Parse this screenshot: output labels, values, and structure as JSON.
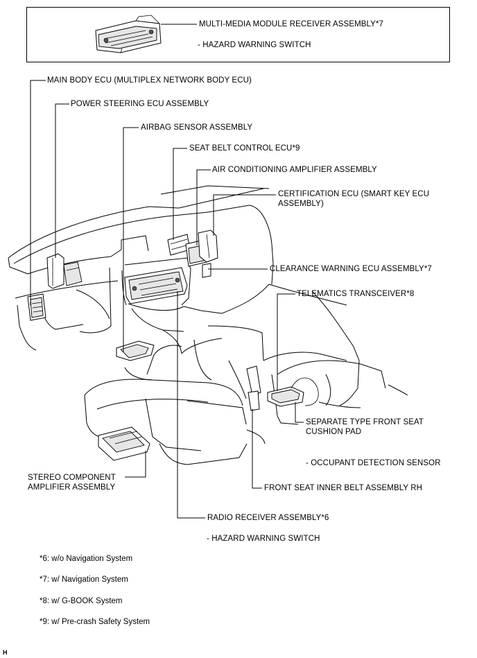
{
  "legend": {
    "multimedia": "MULTI-MEDIA MODULE RECEIVER ASSEMBLY*7",
    "hazard_sub": "- HAZARD WARNING SWITCH"
  },
  "labels": {
    "main_body_ecu": "MAIN BODY ECU (MULTIPLEX NETWORK BODY ECU)",
    "power_steering": "POWER STEERING ECU ASSEMBLY",
    "airbag_sensor": "AIRBAG SENSOR ASSEMBLY",
    "seat_belt_control": "SEAT BELT CONTROL ECU*9",
    "air_conditioning": "AIR CONDITIONING AMPLIFIER ASSEMBLY",
    "certification_ecu_1": "CERTIFICATION ECU (SMART KEY ECU",
    "certification_ecu_2": "ASSEMBLY)",
    "clearance_warning": "CLEARANCE WARNING ECU ASSEMBLY*7",
    "telematics": "TELEMATICS TRANSCEIVER*8",
    "separate_seat_1": "SEPARATE TYPE FRONT SEAT",
    "separate_seat_2": "CUSHION PAD",
    "occupant_sensor": "- OCCUPANT DETECTION SENSOR",
    "stereo_amp_1": "STEREO COMPONENT",
    "stereo_amp_2": "AMPLIFIER ASSEMBLY",
    "front_belt": "FRONT SEAT INNER BELT ASSEMBLY RH",
    "radio_receiver": "RADIO RECEIVER ASSEMBLY*6",
    "radio_hazard": "- HAZARD WARNING SWITCH"
  },
  "notes": [
    "*6: w/o Navigation System",
    "*7: w/ Navigation System",
    "*8: w/ G-BOOK System",
    "*9: w/ Pre-crash Safety System"
  ],
  "figure_id": "H"
}
